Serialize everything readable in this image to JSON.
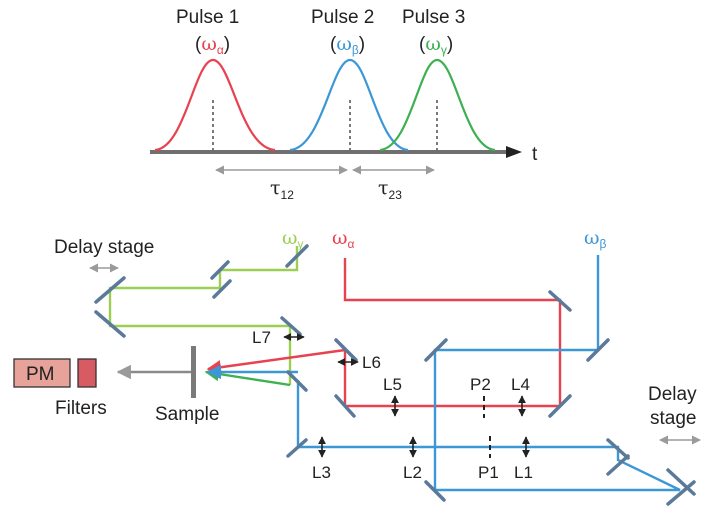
{
  "colors": {
    "alpha": "#e8414f",
    "beta": "#3b97d6",
    "gamma": "#3db052",
    "gamma_beam": "#9bcf53",
    "mirror": "#5b7a99",
    "pm_fill": "#e7a29a",
    "filter_fill": "#d85a63"
  },
  "timing": {
    "pulses": [
      {
        "label": "Pulse 1",
        "freq_symbol": "ω",
        "freq_sub": "α"
      },
      {
        "label": "Pulse 2",
        "freq_symbol": "ω",
        "freq_sub": "β"
      },
      {
        "label": "Pulse 3",
        "freq_symbol": "ω",
        "freq_sub": "γ"
      }
    ],
    "axis_label": "t",
    "delays": [
      {
        "symbol": "τ",
        "sub": "12"
      },
      {
        "symbol": "τ",
        "sub": "23"
      }
    ]
  },
  "setup": {
    "beam_labels": {
      "gamma": {
        "symbol": "ω",
        "sub": "γ"
      },
      "alpha": {
        "symbol": "ω",
        "sub": "α"
      },
      "beta": {
        "symbol": "ω",
        "sub": "β"
      }
    },
    "delay_stage_left": "Delay stage",
    "delay_stage_right_line1": "Delay",
    "delay_stage_right_line2": "stage",
    "detector_label": "PM",
    "filters_label": "Filters",
    "sample_label": "Sample",
    "lenses": {
      "L1": "L1",
      "L2": "L2",
      "L3": "L3",
      "L4": "L4",
      "L5": "L5",
      "L6": "L6",
      "L7": "L7"
    },
    "pinholes": {
      "P1": "P1",
      "P2": "P2"
    }
  }
}
